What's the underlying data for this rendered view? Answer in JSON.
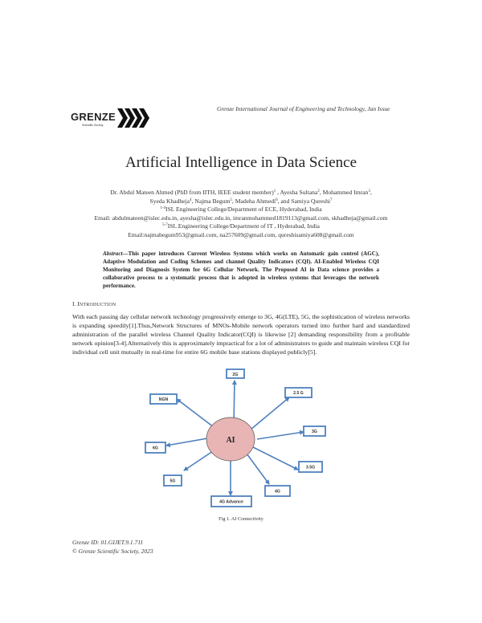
{
  "header": {
    "logo_text": "GRENZE",
    "logo_subtext": "Scientific Society",
    "journal_line": "Grenze International Journal of Engineering and Technology, Jan Issue"
  },
  "paper": {
    "title": "Artificial Intelligence in Data Science",
    "authors": {
      "line1_a": "Dr. Abdul Mateen Ahmed (PhD from IITH, IEEE student member)",
      "line1_a_sup": "1",
      "line1_b": " , Ayesha Sultana",
      "line1_b_sup": "2",
      "line1_c": ", Mohammed Imran",
      "line1_c_sup": "3",
      "line1_d": ",",
      "line2_a": "Syeda Khadheja",
      "line2_a_sup": "4",
      "line2_b": ", Najma Begum",
      "line2_b_sup": "5",
      "line2_c": ", Madeha Ahmedi",
      "line2_c_sup": "6",
      "line2_d": ", and Samiya Qureshi",
      "line2_d_sup": "7",
      "affil1_sup": "1-4",
      "affil1": "ISL Engineering College/Department of ECE, Hyderabad, India",
      "email1": "Email: abdulmateen@islec.edu.in, ayesha@islec.edu.in, imranmohammed1819113@gmail.com, skhadheja@gmail.com",
      "affil2_sup": "5-7",
      "affil2": "ISL Engineering College/Department of IT , Hyderabad, India",
      "email2": "Email:najmabegum953@gmail.com, na257609@gmail.com, qureshisamiya608@gmail.com"
    },
    "abstract": {
      "label": "Abstract",
      "text": "—This paper introduces Current Wireless Systems which works on Automatic gain control (AGC), Adaptive Modulation and Coding Schemes and channel Quality Indicators (CQI). AI-Enabled Wireless CQI Monitoring and Diagnosis System for 6G Cellular Network. The Proposed AI in Data science provides a collaborative process to a systematic process that is adopted in wireless systems that leverages the network performance."
    },
    "section1": {
      "number": "I. I",
      "heading": "ntroduction",
      "body": "With each passing day cellular network technology progressively emerge to 3G, 4G(LTE), 5G, the sophistication of wireless networks is expanding speedily[1].Thus,Network Structures of MNOs-Mobile network operators turned into further hard and standardized administration of the parallel wireless Channel Quality Indicator(CQI) is likewise [2] demanding responsibility from a profitable network opinion[3-4].Alternatively this is approximately impractical for a lot of administrators to guide and maintain wireless CQI for individual cell unit mutually in real-time for entire 6G mobile base stations displayed publicly[5]."
    },
    "figure": {
      "center_label": "AI",
      "center_color": "#e8b4b4",
      "box_border_color": "#4f81bd",
      "arrow_color": "#4f81bd",
      "nodes": [
        "2G",
        "2.5 G",
        "3G",
        "3.5G",
        "4G",
        "4G Advance",
        "5G",
        "6G",
        "NGN"
      ],
      "caption": "Fig 1. AI Connectivity"
    }
  },
  "footer": {
    "grenze_id": "Grenze ID: 01.GIJET.9.1.711",
    "copyright": "© Grenze Scientific Society, 2023"
  }
}
